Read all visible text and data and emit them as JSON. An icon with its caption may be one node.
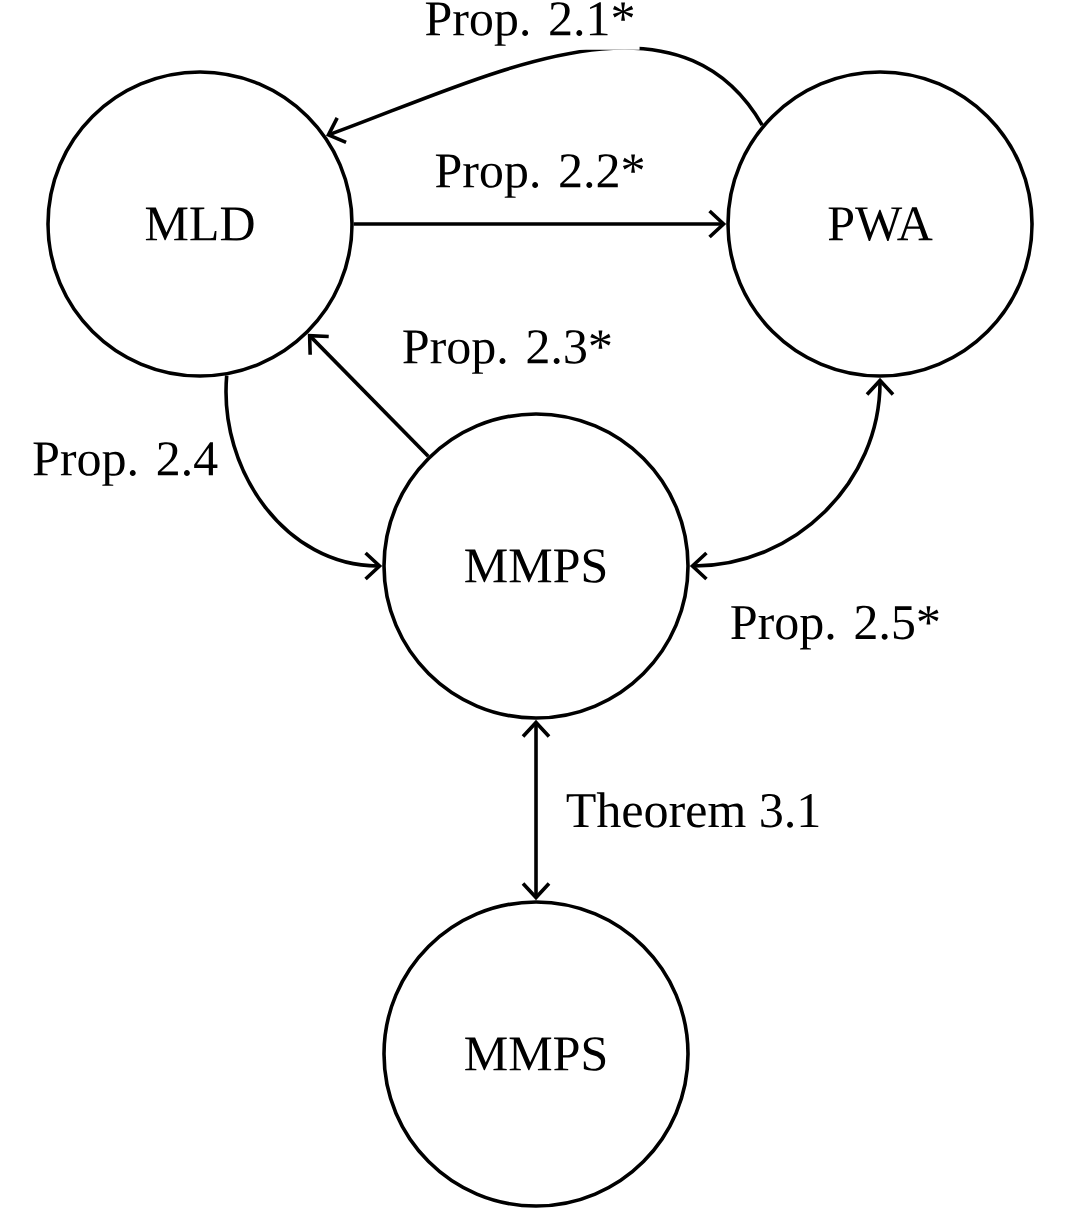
{
  "diagram": {
    "nodes": [
      {
        "text": [
          "MLD"
        ]
      },
      {
        "text": [
          "PWA"
        ]
      },
      {
        "text": [
          "MMPS"
        ]
      },
      {
        "text": [
          "MMPS"
        ]
      }
    ],
    "edges": [
      {
        "from": 1,
        "to": 0,
        "arrow": "to",
        "label": "Prop. 2.1*"
      },
      {
        "from": 0,
        "to": 1,
        "arrow": "to",
        "label": "Prop. 2.2*"
      },
      {
        "from": 2,
        "to": 0,
        "arrow": "to",
        "label": "Prop. 2.3*"
      },
      {
        "from": 0,
        "to": 2,
        "arrow": "to",
        "label": "Prop. 2.4"
      },
      {
        "from": 2,
        "to": 1,
        "arrow": "both",
        "label": "Prop. 2.5*"
      },
      {
        "from": 2,
        "to": 3,
        "arrow": "both",
        "label": "Theorem 3.1"
      }
    ]
  }
}
